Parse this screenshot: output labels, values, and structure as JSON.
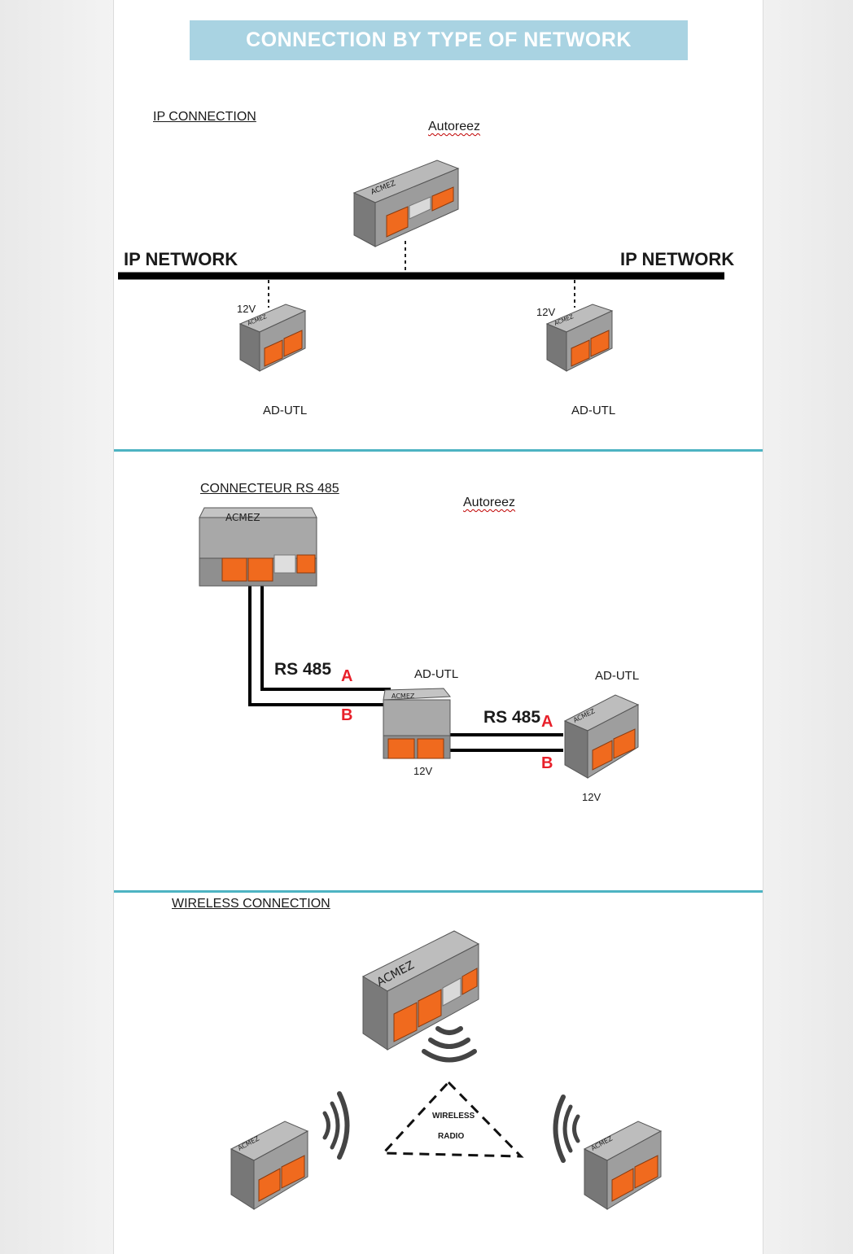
{
  "title": "CONNECTION BY TYPE OF NETWORK",
  "ip_section": {
    "heading": "IP CONNECTION",
    "controller_label": "Autoreez",
    "network_label_left": "IP NETWORK",
    "network_label_right": "IP NETWORK",
    "voltage_left": "12V",
    "voltage_right": "12V",
    "device_left": "AD-UTL",
    "device_right": "AD-UTL"
  },
  "rs485_section": {
    "heading": "CONNECTEUR RS 485",
    "controller_label": "Autoreez",
    "bus_label_1": "RS 485",
    "line_a_1": "A",
    "line_b_1": "B",
    "device_1": "AD-UTL",
    "voltage_1": "12V",
    "bus_label_2": "RS 485",
    "line_a_2": "A",
    "line_b_2": "B",
    "device_2": "AD-UTL",
    "voltage_2": "12V"
  },
  "wireless_section": {
    "heading": "WIRELESS CONNECTION",
    "radio_line_1": "WIRELESS",
    "radio_line_2": "RADIO"
  },
  "colors": {
    "banner": "#a9d3e2",
    "divider": "#4db3c2",
    "terminal": "#f06a1e",
    "ab_label": "#e8202a"
  },
  "device_brand_icon": "autoreez-logo"
}
